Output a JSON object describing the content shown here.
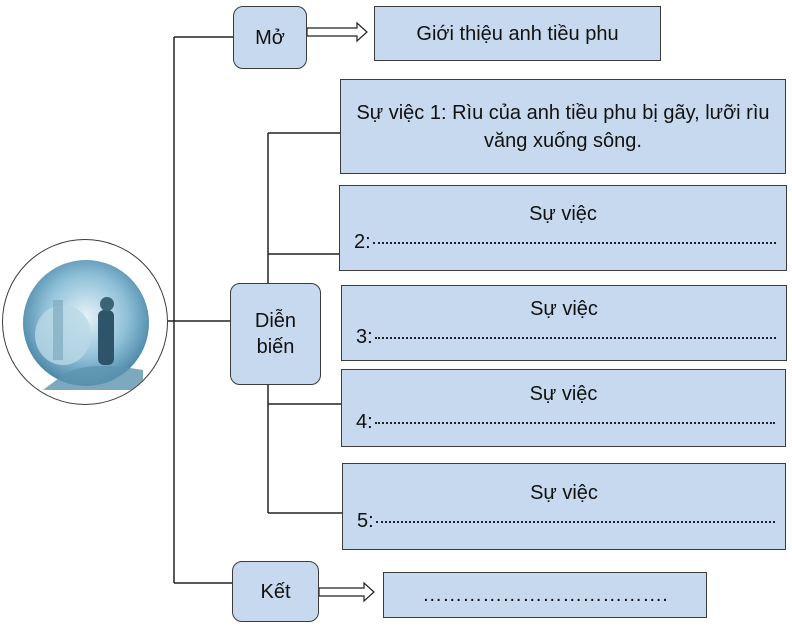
{
  "labels": {
    "mo": "Mở",
    "dien_bien": "Diễn biến",
    "ket": "Kết"
  },
  "intro_text": "Giới thiệu anh tiều phu",
  "event_1": "Sự việc 1: Rìu của anh tiều phu bị gãy, lưỡi rìu văng xuống sông.",
  "events": [
    {
      "title": "Sự việc",
      "number": "2:"
    },
    {
      "title": "Sự việc",
      "number": "3:"
    },
    {
      "title": "Sự việc",
      "number": "4:"
    },
    {
      "title": "Sự việc",
      "number": "5:"
    }
  ],
  "ending_text": "……………………………….",
  "colors": {
    "box_fill": "#c6d9ee",
    "border": "#3c3c3c"
  },
  "icons": {
    "center": "woodcutter-illustration"
  }
}
